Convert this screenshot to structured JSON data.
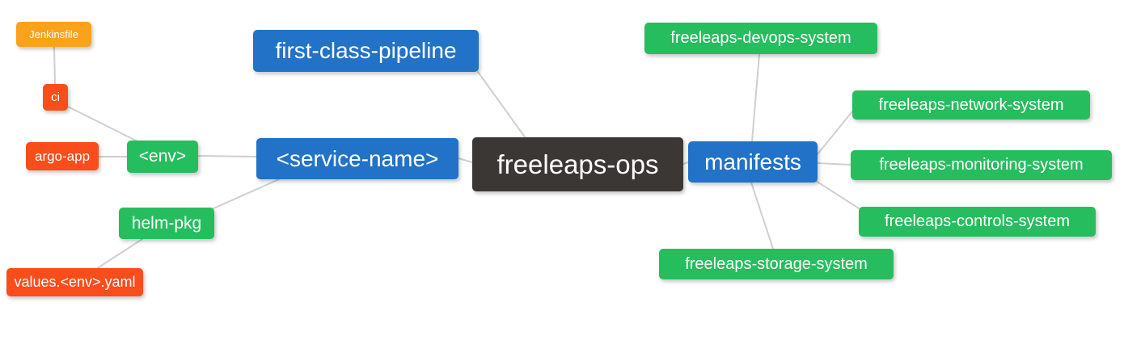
{
  "diagram": {
    "type": "mindmap",
    "root": "freeleaps-ops",
    "palette": {
      "blue": "#2272c7",
      "green": "#26bd5e",
      "orange": "#faa21c",
      "red": "#f94d1c",
      "dark": "#3b3734",
      "edge": "#cfcfcf",
      "background": "#ffffff",
      "text": "#ffffff"
    },
    "nodes": [
      {
        "id": "jenkinsfile",
        "label": "Jenkinsfile",
        "color": "orange"
      },
      {
        "id": "ci",
        "label": "ci",
        "color": "red"
      },
      {
        "id": "argo-app",
        "label": "argo-app",
        "color": "red"
      },
      {
        "id": "env",
        "label": "<env>",
        "color": "green"
      },
      {
        "id": "helm-pkg",
        "label": "helm-pkg",
        "color": "green"
      },
      {
        "id": "values-env-yaml",
        "label": "values.<env>.yaml",
        "color": "red"
      },
      {
        "id": "first-class-pipeline",
        "label": "first-class-pipeline",
        "color": "blue"
      },
      {
        "id": "service-name",
        "label": "<service-name>",
        "color": "blue"
      },
      {
        "id": "freeleaps-ops",
        "label": "freeleaps-ops",
        "color": "dark"
      },
      {
        "id": "manifests",
        "label": "manifests",
        "color": "blue"
      },
      {
        "id": "freeleaps-devops-system",
        "label": "freeleaps-devops-system",
        "color": "green"
      },
      {
        "id": "freeleaps-network-system",
        "label": "freeleaps-network-system",
        "color": "green"
      },
      {
        "id": "freeleaps-monitoring-system",
        "label": "freeleaps-monitoring-system",
        "color": "green"
      },
      {
        "id": "freeleaps-controls-system",
        "label": "freeleaps-controls-system",
        "color": "green"
      },
      {
        "id": "freeleaps-storage-system",
        "label": "freeleaps-storage-system",
        "color": "green"
      }
    ],
    "edges": [
      [
        "jenkinsfile",
        "ci"
      ],
      [
        "ci",
        "env"
      ],
      [
        "argo-app",
        "env"
      ],
      [
        "env",
        "service-name"
      ],
      [
        "service-name",
        "helm-pkg"
      ],
      [
        "helm-pkg",
        "values-env-yaml"
      ],
      [
        "service-name",
        "freeleaps-ops"
      ],
      [
        "first-class-pipeline",
        "freeleaps-ops"
      ],
      [
        "freeleaps-ops",
        "manifests"
      ],
      [
        "manifests",
        "freeleaps-devops-system"
      ],
      [
        "manifests",
        "freeleaps-network-system"
      ],
      [
        "manifests",
        "freeleaps-monitoring-system"
      ],
      [
        "manifests",
        "freeleaps-controls-system"
      ],
      [
        "manifests",
        "freeleaps-storage-system"
      ]
    ]
  }
}
